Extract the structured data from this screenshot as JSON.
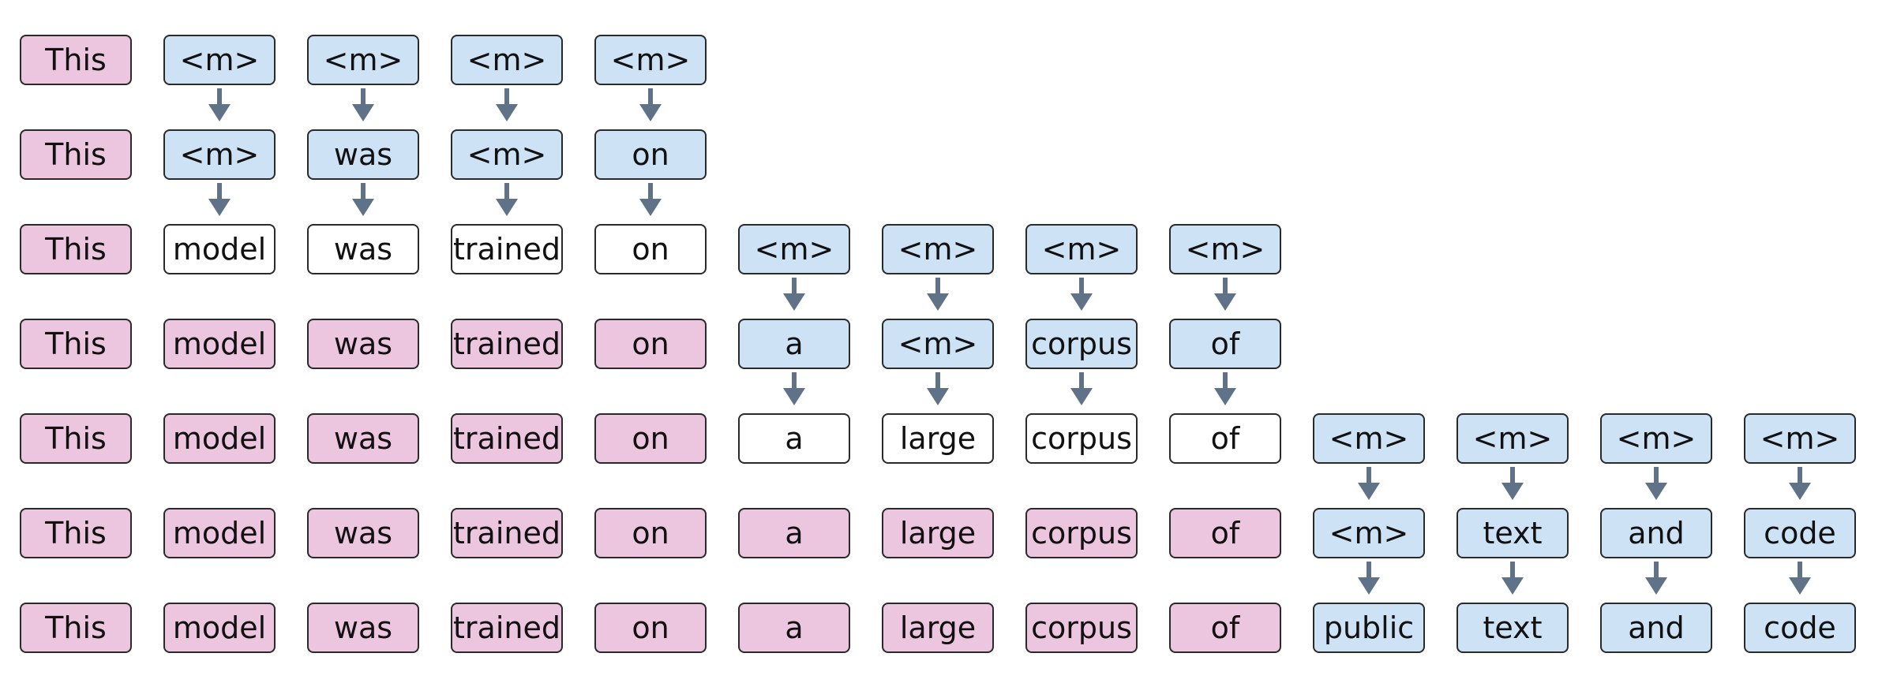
{
  "colors": {
    "prompt": "#ecc6df",
    "masked": "#cde2f5",
    "decoded": "#ffffff",
    "border": "#2a2a2a",
    "arrow": "#5f7287"
  },
  "rows": [
    [
      {
        "t": "This",
        "s": "prompt"
      },
      {
        "t": "<m>",
        "s": "masked"
      },
      {
        "t": "<m>",
        "s": "masked"
      },
      {
        "t": "<m>",
        "s": "masked"
      },
      {
        "t": "<m>",
        "s": "masked"
      }
    ],
    [
      {
        "t": "This",
        "s": "prompt"
      },
      {
        "t": "<m>",
        "s": "masked"
      },
      {
        "t": "was",
        "s": "masked"
      },
      {
        "t": "<m>",
        "s": "masked"
      },
      {
        "t": "on",
        "s": "masked"
      }
    ],
    [
      {
        "t": "This",
        "s": "prompt"
      },
      {
        "t": "model",
        "s": "decoded"
      },
      {
        "t": "was",
        "s": "decoded"
      },
      {
        "t": "trained",
        "s": "decoded"
      },
      {
        "t": "on",
        "s": "decoded"
      },
      {
        "t": "<m>",
        "s": "masked"
      },
      {
        "t": "<m>",
        "s": "masked"
      },
      {
        "t": "<m>",
        "s": "masked"
      },
      {
        "t": "<m>",
        "s": "masked"
      }
    ],
    [
      {
        "t": "This",
        "s": "prompt"
      },
      {
        "t": "model",
        "s": "prompt"
      },
      {
        "t": "was",
        "s": "prompt"
      },
      {
        "t": "trained",
        "s": "prompt"
      },
      {
        "t": "on",
        "s": "prompt"
      },
      {
        "t": "a",
        "s": "masked"
      },
      {
        "t": "<m>",
        "s": "masked"
      },
      {
        "t": "corpus",
        "s": "masked"
      },
      {
        "t": "of",
        "s": "masked"
      }
    ],
    [
      {
        "t": "This",
        "s": "prompt"
      },
      {
        "t": "model",
        "s": "prompt"
      },
      {
        "t": "was",
        "s": "prompt"
      },
      {
        "t": "trained",
        "s": "prompt"
      },
      {
        "t": "on",
        "s": "prompt"
      },
      {
        "t": "a",
        "s": "decoded"
      },
      {
        "t": "large",
        "s": "decoded"
      },
      {
        "t": "corpus",
        "s": "decoded"
      },
      {
        "t": "of",
        "s": "decoded"
      },
      {
        "t": "<m>",
        "s": "masked"
      },
      {
        "t": "<m>",
        "s": "masked"
      },
      {
        "t": "<m>",
        "s": "masked"
      },
      {
        "t": "<m>",
        "s": "masked"
      }
    ],
    [
      {
        "t": "This",
        "s": "prompt"
      },
      {
        "t": "model",
        "s": "prompt"
      },
      {
        "t": "was",
        "s": "prompt"
      },
      {
        "t": "trained",
        "s": "prompt"
      },
      {
        "t": "on",
        "s": "prompt"
      },
      {
        "t": "a",
        "s": "prompt"
      },
      {
        "t": "large",
        "s": "prompt"
      },
      {
        "t": "corpus",
        "s": "prompt"
      },
      {
        "t": "of",
        "s": "prompt"
      },
      {
        "t": "<m>",
        "s": "masked"
      },
      {
        "t": "text",
        "s": "masked"
      },
      {
        "t": "and",
        "s": "masked"
      },
      {
        "t": "code",
        "s": "masked"
      }
    ],
    [
      {
        "t": "This",
        "s": "prompt"
      },
      {
        "t": "model",
        "s": "prompt"
      },
      {
        "t": "was",
        "s": "prompt"
      },
      {
        "t": "trained",
        "s": "prompt"
      },
      {
        "t": "on",
        "s": "prompt"
      },
      {
        "t": "a",
        "s": "prompt"
      },
      {
        "t": "large",
        "s": "prompt"
      },
      {
        "t": "corpus",
        "s": "prompt"
      },
      {
        "t": "of",
        "s": "prompt"
      },
      {
        "t": "public",
        "s": "masked"
      },
      {
        "t": "text",
        "s": "masked"
      },
      {
        "t": "and",
        "s": "masked"
      },
      {
        "t": "code",
        "s": "masked"
      }
    ]
  ],
  "arrows": [
    {
      "from_row": 0,
      "cols": [
        1,
        2,
        3,
        4
      ]
    },
    {
      "from_row": 1,
      "cols": [
        1,
        2,
        3,
        4
      ]
    },
    {
      "from_row": 2,
      "cols": [
        5,
        6,
        7,
        8
      ]
    },
    {
      "from_row": 3,
      "cols": [
        5,
        6,
        7,
        8
      ]
    },
    {
      "from_row": 4,
      "cols": [
        9,
        10,
        11,
        12
      ]
    },
    {
      "from_row": 5,
      "cols": [
        9,
        10,
        11,
        12
      ]
    }
  ]
}
